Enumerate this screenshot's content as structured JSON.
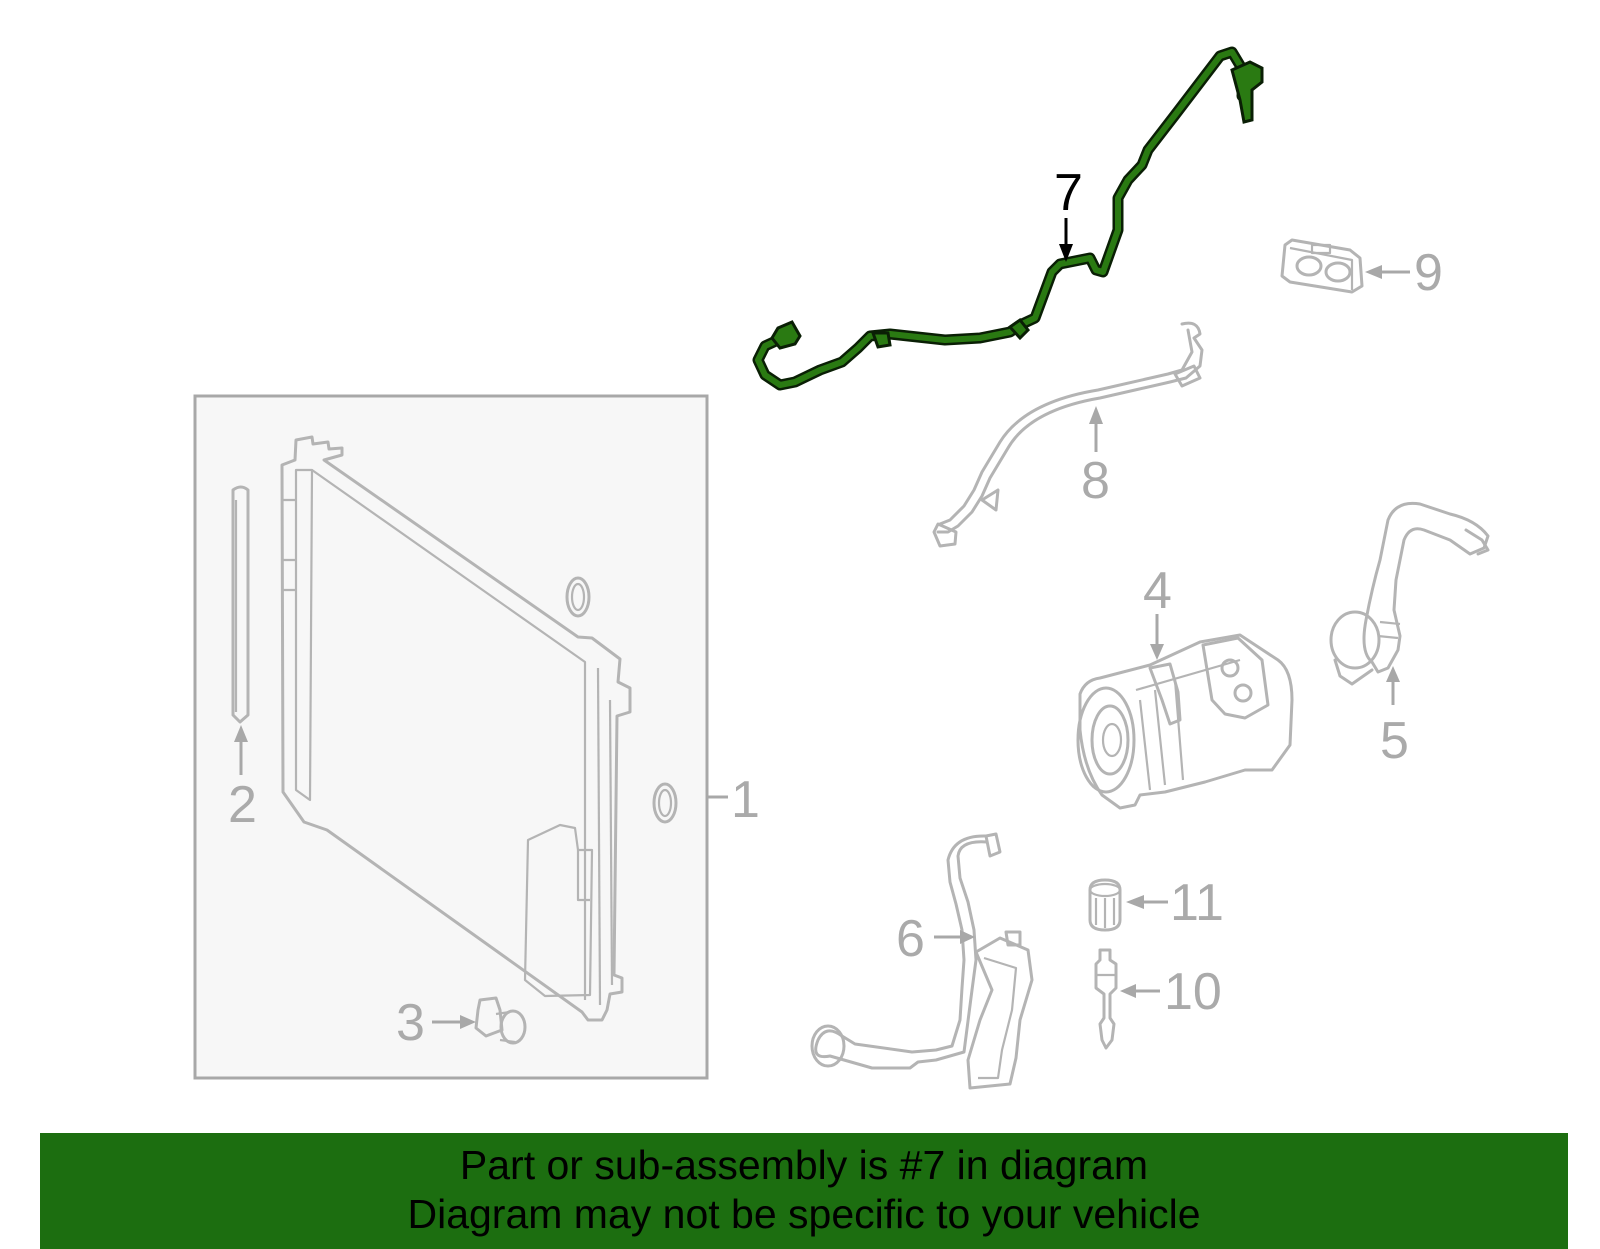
{
  "diagram": {
    "callouts": [
      {
        "id": "1",
        "label": "1"
      },
      {
        "id": "2",
        "label": "2"
      },
      {
        "id": "3",
        "label": "3"
      },
      {
        "id": "4",
        "label": "4"
      },
      {
        "id": "5",
        "label": "5"
      },
      {
        "id": "6",
        "label": "6"
      },
      {
        "id": "7",
        "label": "7"
      },
      {
        "id": "8",
        "label": "8"
      },
      {
        "id": "9",
        "label": "9"
      },
      {
        "id": "10",
        "label": "10"
      },
      {
        "id": "11",
        "label": "11"
      }
    ],
    "highlighted_part": "7"
  },
  "colors": {
    "highlight_part": "#1a5c0c",
    "banner_background": "#1c6e10",
    "inactive_part": "#b4b4b4",
    "group_box_fill": "#f7f7f7"
  },
  "banner": {
    "line1": "Part or sub-assembly is #7 in diagram",
    "line2": "Diagram may not be specific to your vehicle"
  }
}
